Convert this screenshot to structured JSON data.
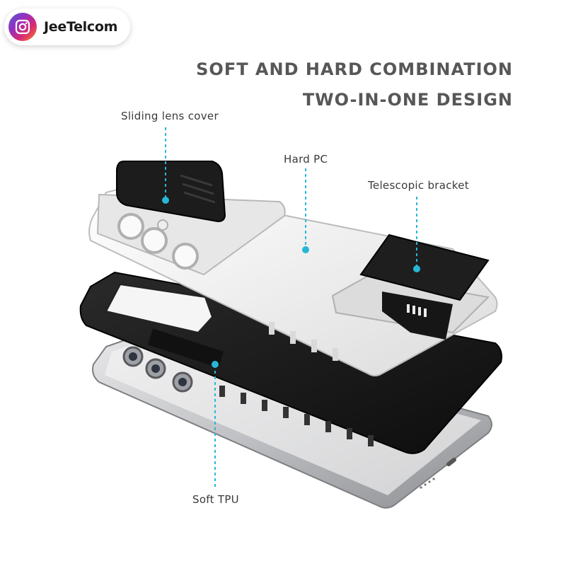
{
  "brand": {
    "icon": "instagram-icon",
    "name": "JeeTelcom"
  },
  "headline": {
    "line1": "SOFT AND HARD COMBINATION",
    "line2": "TWO-IN-ONE DESIGN"
  },
  "callouts": {
    "lens_cover": "Sliding lens cover",
    "hard_pc": "Hard PC",
    "bracket": "Telescopic bracket",
    "soft_tpu": "Soft TPU"
  },
  "colors": {
    "accent_cyan": "#27b7d6",
    "headline_gray": "#575757",
    "case_black": "#1c1c1c",
    "case_white": "#f1f1f1",
    "phone_silver": "#c9c9cb"
  }
}
